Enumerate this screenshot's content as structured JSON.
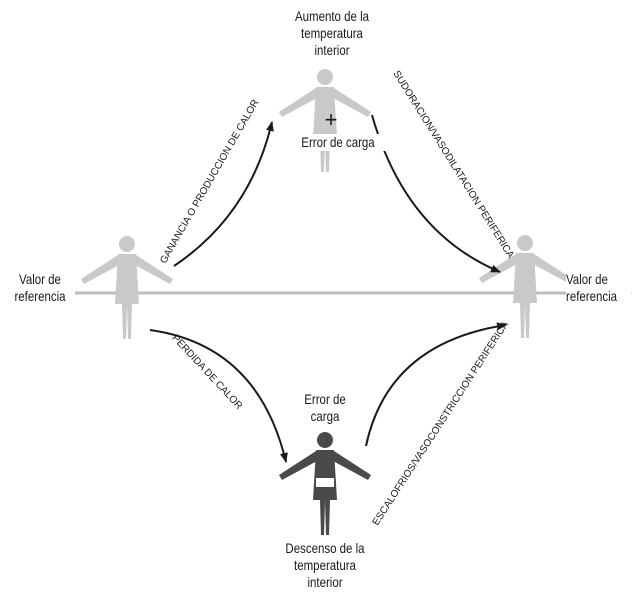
{
  "labels": {
    "top": [
      "Aumento de la",
      "temperatura",
      "interior"
    ],
    "bottom": [
      "Descenso de la",
      "temperatura",
      "interior"
    ],
    "left": [
      "Valor de",
      "referencia"
    ],
    "right": [
      "Valor de",
      "referencia"
    ],
    "load_error_top": "Error de carga",
    "load_error_bottom": [
      "Error de",
      "carga"
    ],
    "plus_sign": "+"
  },
  "arrows": {
    "gain": "GANANCIA O PRODUCCION DE CALOR",
    "sweat": "SUDORACION/VASODILATACION PERIFERICA",
    "loss": "PERDIDA DE CALOR",
    "shiver": "ESCALOFRIOS/VASOCONSTRICCION PERIFERICA"
  },
  "colors": {
    "figure_light": "#c9c9c9",
    "figure_dark": "#4a4a4a",
    "line": "#bdbdbd",
    "arrow": "#1a1a1a"
  }
}
